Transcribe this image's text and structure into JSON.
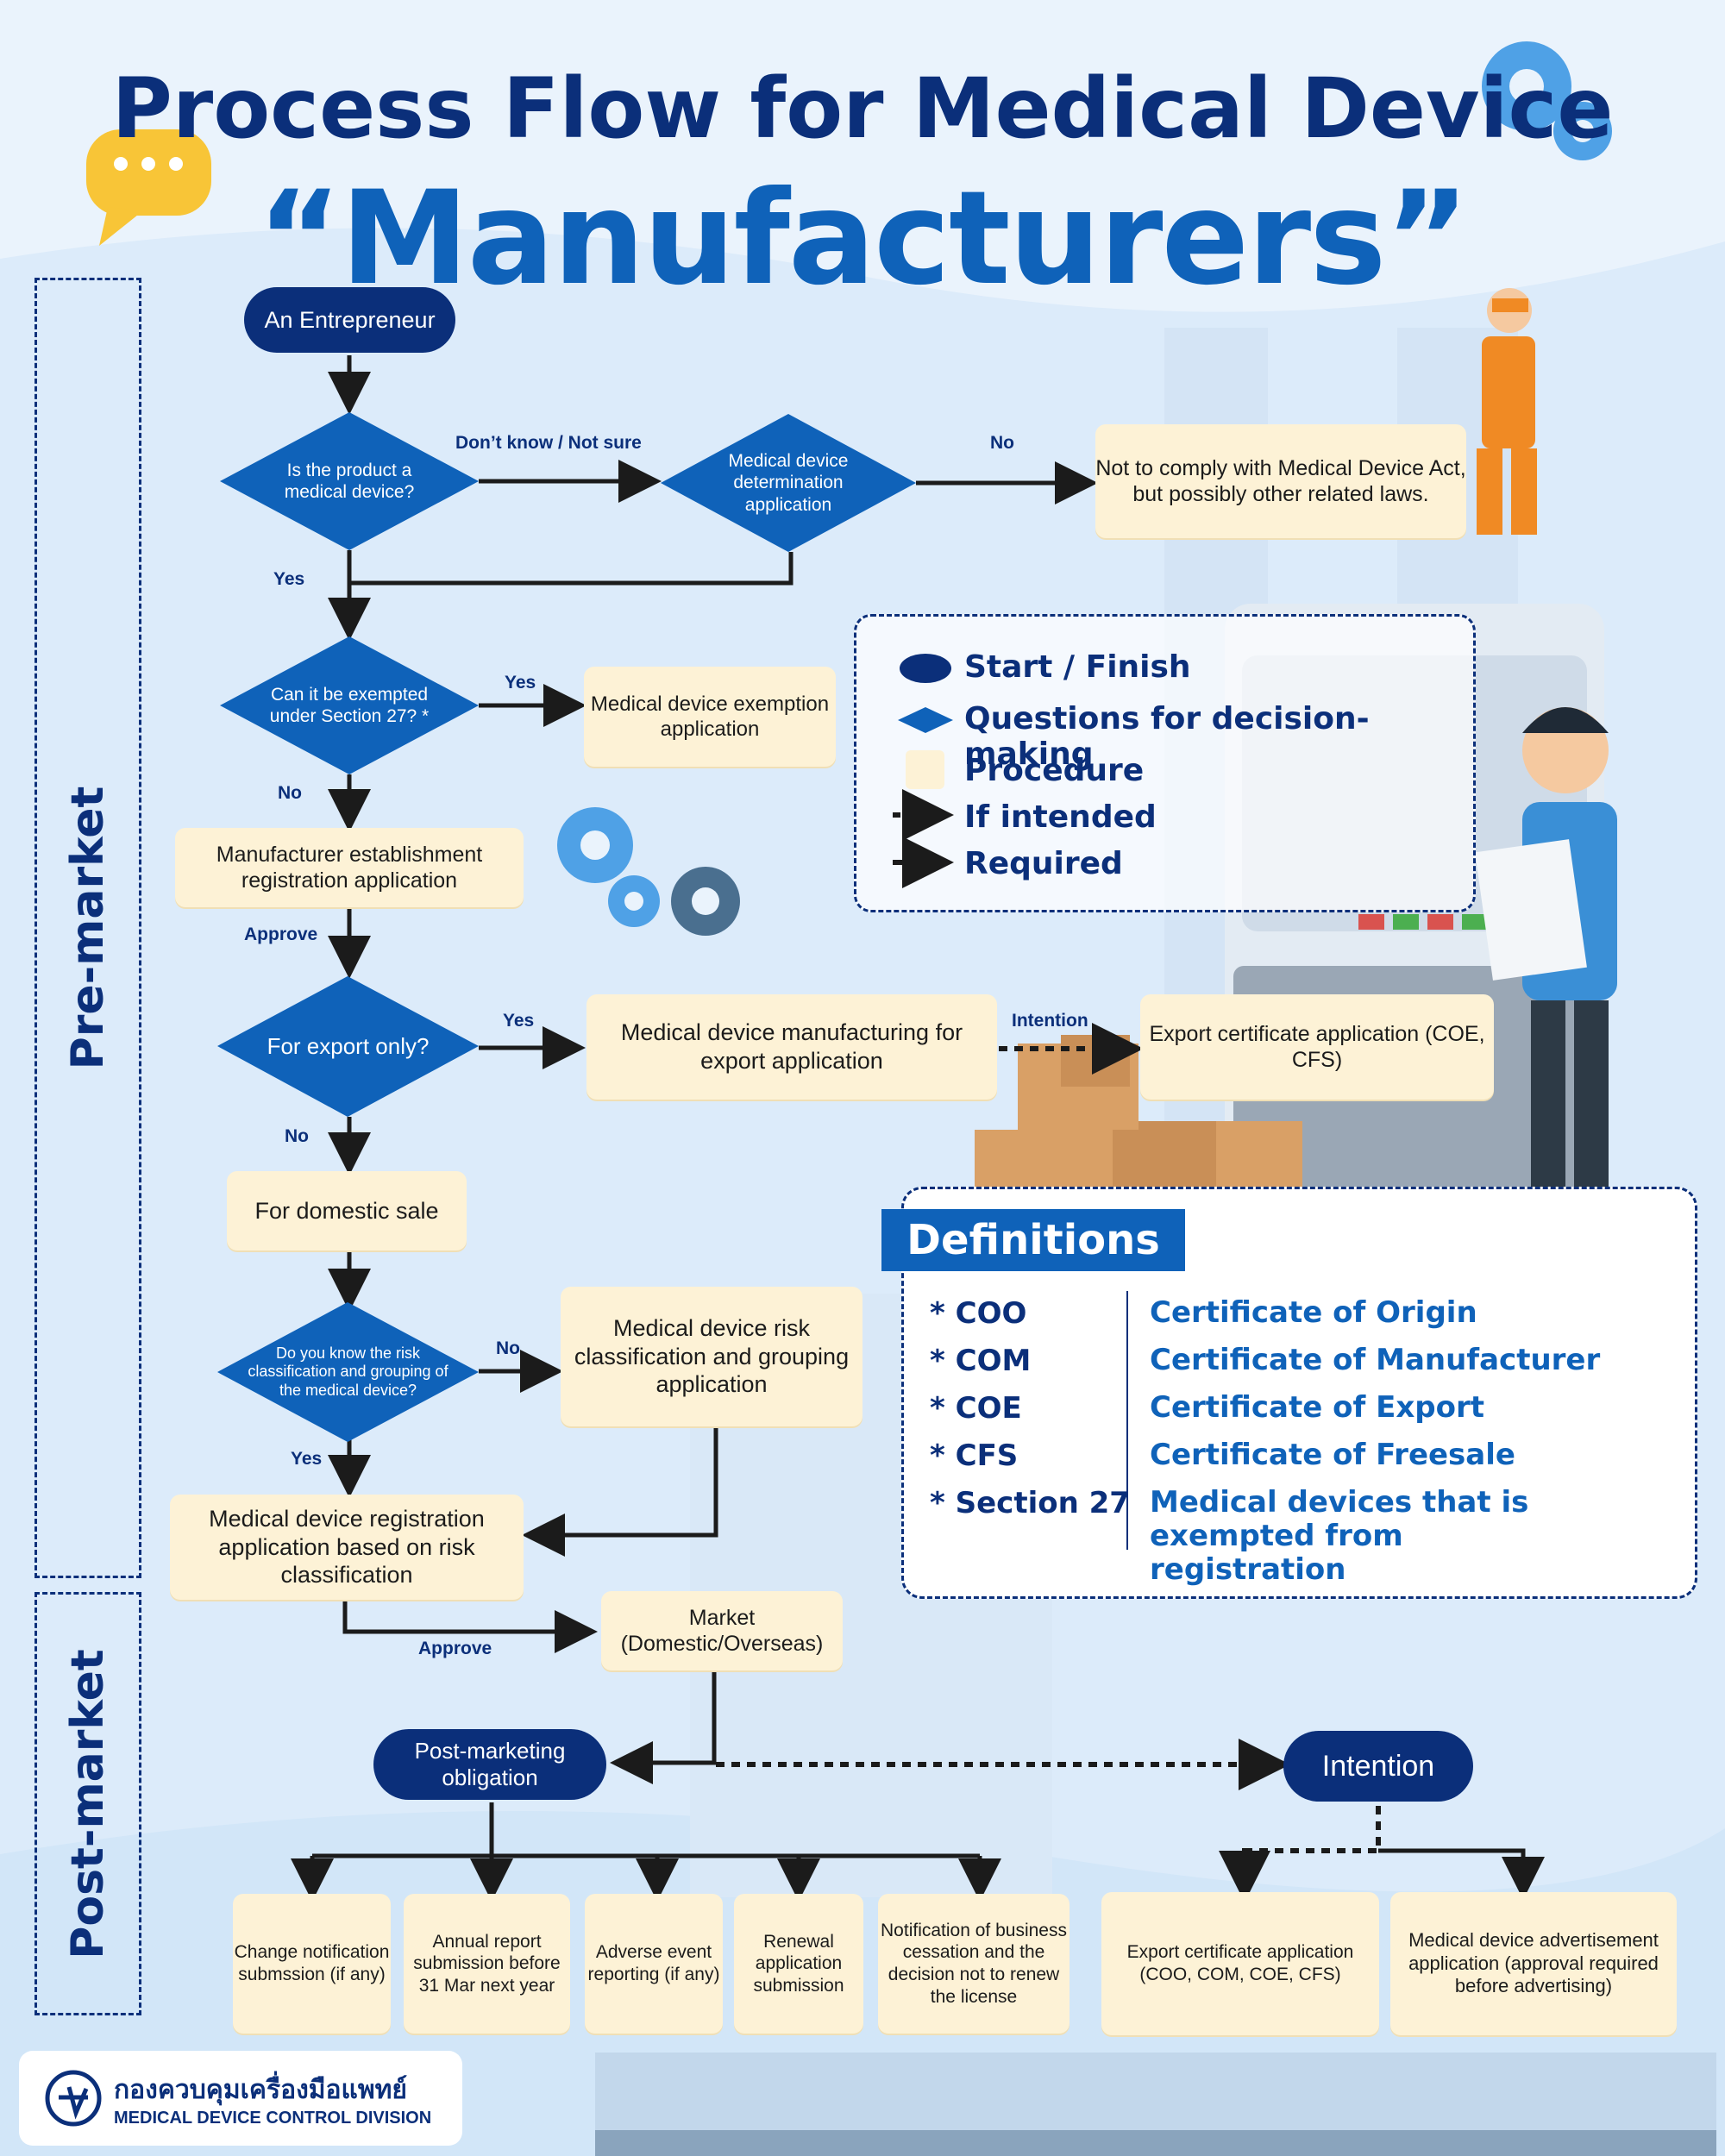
{
  "title": {
    "line1": "Process Flow for Medical Device",
    "line2": "“Manufacturers”"
  },
  "sections": {
    "pre": "Pre-market",
    "post": "Post-market"
  },
  "nodes": {
    "entrepreneur": "An Entrepreneur",
    "is_device": "Is the product a medical device?",
    "determination": "Medical device determination application",
    "not_comply": "Not to comply with Medical Device Act, but possibly other related laws.",
    "exempt_q": "Can it be exempted under Section 27? *",
    "exemption": "Medical device exemption application",
    "establishment": "Manufacturer establishment registration application",
    "export_q": "For export only?",
    "mfg_export": "Medical device manufacturing for export application",
    "export_cert": "Export certificate application (COE, CFS)",
    "domestic": "For domestic sale",
    "risk_q": "Do you know the risk classification and grouping of the medical device?",
    "risk_app": "Medical device risk classification and grouping application",
    "registration": "Medical device registration application based on risk classification",
    "market": "Market (Domestic/Overseas)",
    "post_obligation": "Post-marketing obligation",
    "intention": "Intention",
    "change": "Change notification submssion (if any)",
    "annual": "Annual report submission before 31 Mar next year",
    "adverse": "Adverse event reporting (if any)",
    "renewal": "Renewal application submission",
    "cessation": "Notification of business cessation and the decision not to renew the license",
    "export_cert2": "Export certificate application (COO, COM, COE, CFS)",
    "advert": "Medical device advertisement application (approval required before advertising)"
  },
  "labels": {
    "dont_know": "Don’t know / Not sure",
    "no1": "No",
    "yes1": "Yes",
    "yes2": "Yes",
    "no2": "No",
    "approve1": "Approve",
    "yes3": "Yes",
    "intention": "Intention",
    "no3": "No",
    "no4": "No",
    "yes4": "Yes",
    "approve2": "Approve"
  },
  "legend": {
    "start": "Start / Finish",
    "question": "Questions for decision-making",
    "procedure": "Procedure",
    "intended": "If intended",
    "required": "Required"
  },
  "definitions": {
    "heading": "Definitions",
    "items": [
      {
        "term": "* COO",
        "value": "Certificate of Origin"
      },
      {
        "term": "* COM",
        "value": "Certificate of Manufacturer"
      },
      {
        "term": "* COE",
        "value": "Certificate of Export"
      },
      {
        "term": "* CFS",
        "value": "Certificate of Freesale"
      },
      {
        "term": "* Section 27",
        "value": "Medical devices that is exempted from registration"
      }
    ]
  },
  "logo": {
    "thai": "กองควบคุมเครื่องมือแพทย์",
    "english": "MEDICAL DEVICE CONTROL DIVISION"
  },
  "colors": {
    "navy": "#0b2f7a",
    "blue": "#0f62b9",
    "cream": "#fdf2d6",
    "bg": "#eaf3fc"
  }
}
